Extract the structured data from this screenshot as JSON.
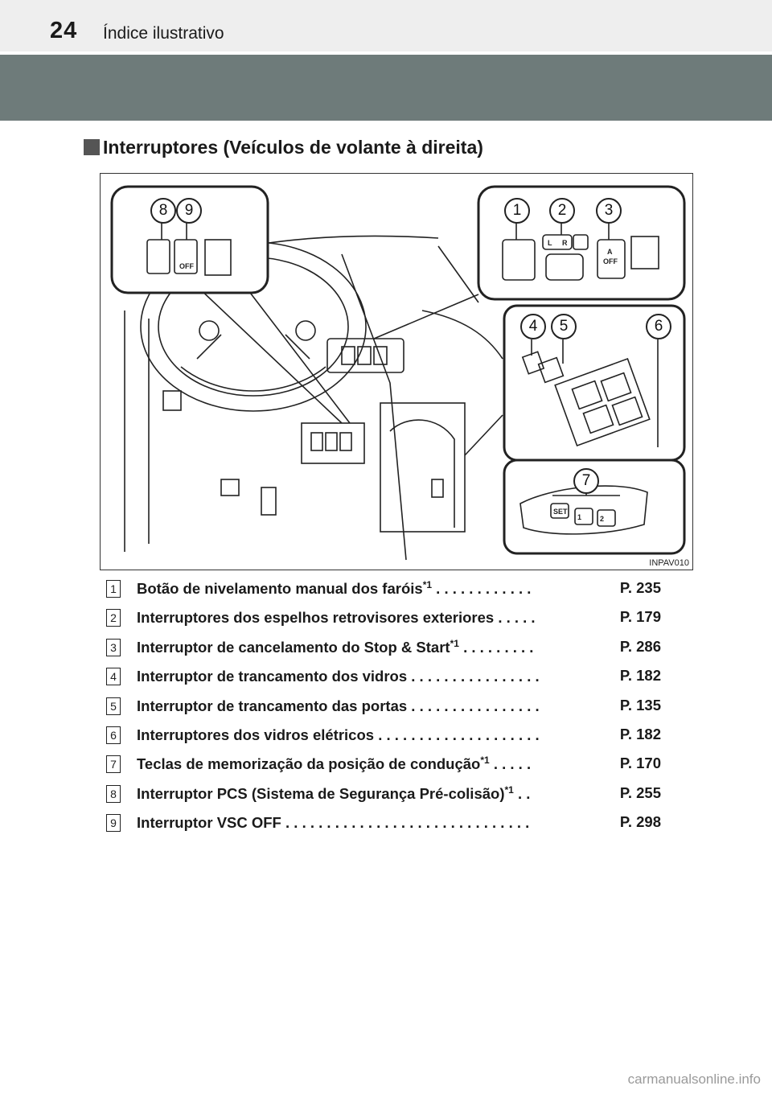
{
  "header": {
    "page_number": "24",
    "section": "Índice ilustrativo"
  },
  "heading": "Interruptores (Veículos de volante à direita)",
  "figure": {
    "code": "INPAV010",
    "callouts": [
      "1",
      "2",
      "3",
      "4",
      "5",
      "6",
      "7",
      "8",
      "9"
    ],
    "button_labels": {
      "off": "OFF",
      "set": "SET",
      "mem1": "1",
      "mem2": "2",
      "left": "L",
      "right": "R",
      "auto": "A"
    }
  },
  "items": [
    {
      "num": "1",
      "label": "Botão de nivelamento manual dos faróis",
      "sup": "*1",
      "dots": ". . . . . . . . . . . .",
      "page": "P. 235"
    },
    {
      "num": "2",
      "label": "Interruptores dos espelhos retrovisores exteriores",
      "sup": "",
      "dots": ". . . . .",
      "page": "P. 179"
    },
    {
      "num": "3",
      "label": "Interruptor de cancelamento do Stop & Start",
      "sup": "*1",
      "dots": ". . . . . . . . .",
      "page": "P. 286"
    },
    {
      "num": "4",
      "label": "Interruptor de trancamento dos vidros",
      "sup": "",
      "dots": ". . . . . . . . . . . . . . . .",
      "page": "P. 182"
    },
    {
      "num": "5",
      "label": "Interruptor de trancamento das portas",
      "sup": "",
      "dots": ". . . . . . . . . . . . . . . .",
      "page": "P. 135"
    },
    {
      "num": "6",
      "label": "Interruptores dos vidros elétricos",
      "sup": "",
      "dots": ". . . . . . . . . . . . . . . . . . . .",
      "page": "P. 182"
    },
    {
      "num": "7",
      "label": "Teclas de memorização da posição de condução",
      "sup": "*1",
      "dots": ". . . . .",
      "page": "P. 170"
    },
    {
      "num": "8",
      "label": "Interruptor PCS (Sistema de Segurança Pré-colisão)",
      "sup": "*1",
      "dots": ". .",
      "page": "P. 255"
    },
    {
      "num": "9",
      "label": "Interruptor VSC OFF",
      "sup": "",
      "dots": ". . . . . . . . . . . . . . . . . . . . . . . . . . . . . .",
      "page": "P. 298"
    }
  ],
  "watermark": "carmanualsonline.info"
}
